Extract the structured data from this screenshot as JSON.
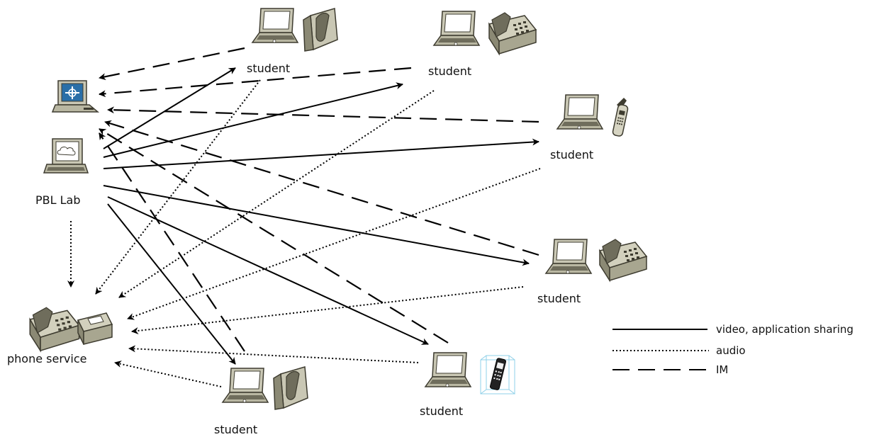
{
  "nodes": {
    "lab": {
      "label": "PBL Lab"
    },
    "phone_service": {
      "label": "phone service"
    },
    "student_top": {
      "label": "student"
    },
    "student_top_right": {
      "label": "student"
    },
    "student_right_upper": {
      "label": "student"
    },
    "student_right_lower": {
      "label": "student"
    },
    "student_bottom": {
      "label": "student"
    },
    "student_bottom_mid": {
      "label": "student"
    }
  },
  "legend": {
    "video": "video, application sharing",
    "audio": "audio",
    "im": "IM"
  },
  "colors": {
    "line": "#000000",
    "device_body": "#c9c7b4",
    "device_dark": "#6f6d5c",
    "screen": "#ffffff",
    "lab_screen": "#2a6fa8",
    "mobile_box": "#8fd0e8"
  }
}
